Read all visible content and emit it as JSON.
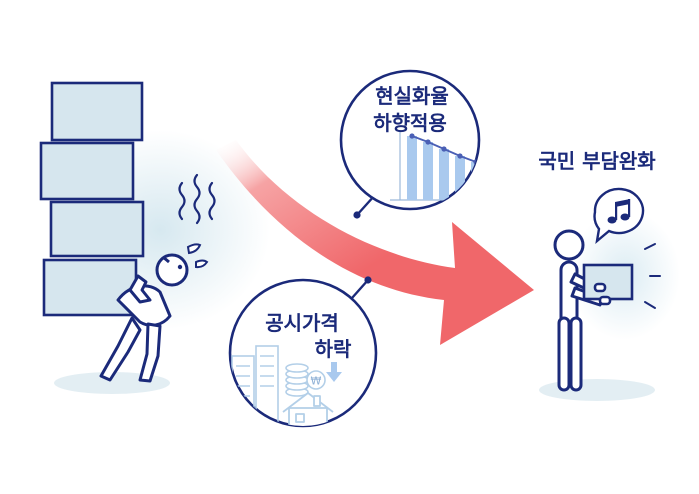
{
  "bubble_top": {
    "line1": "현실화율",
    "line2": "하향적용"
  },
  "bubble_bottom": {
    "line1": "공시가격",
    "line2": "하락"
  },
  "right_label": "국민 부담완화",
  "coin_symbol": "₩",
  "icons": {
    "music_note": "music-note-icon",
    "down_arrow": "down-arrow-icon",
    "coins": "coin-stack-icon",
    "house": "house-icon",
    "buildings": "apartment-buildings-icon",
    "bar_chart": "declining-bar-chart-icon"
  },
  "colors": {
    "navy": "#1b2a7a",
    "box_fill": "#d6e6ee",
    "arrow": "#f0676a",
    "ground": "#e3eef3",
    "chart_bar": "#a9c9ee",
    "bubble_bg": "#ffffff"
  }
}
